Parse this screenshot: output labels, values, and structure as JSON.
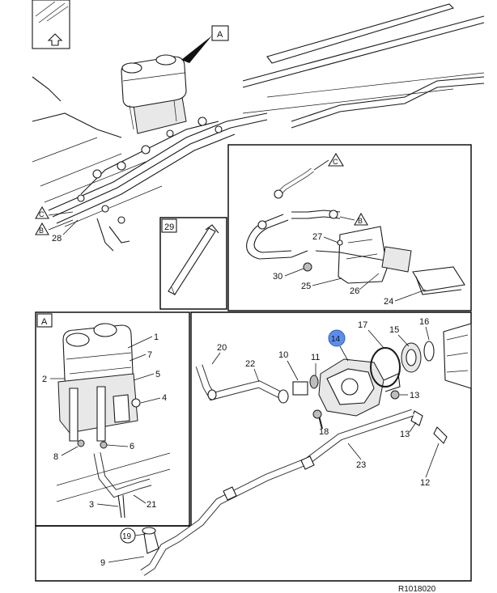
{
  "drawing_ref": "R1018020",
  "views": {
    "detail_a": "A",
    "detail_29": "29"
  },
  "callouts": {
    "c1": "1",
    "c2": "2",
    "c3": "3",
    "c4": "4",
    "c5": "5",
    "c6": "6",
    "c7": "7",
    "c8": "8",
    "c9": "9",
    "c10": "10",
    "c11": "11",
    "c12": "12",
    "c13a": "13",
    "c13b": "13",
    "c14": "14",
    "c15": "15",
    "c16": "16",
    "c17": "17",
    "c18": "18",
    "c19": "19",
    "c20": "20",
    "c21": "21",
    "c22": "22",
    "c23": "23",
    "c24": "24",
    "c25": "25",
    "c26": "26",
    "c27": "27",
    "c28": "28",
    "c30": "30"
  },
  "view_markers": {
    "a_top": "A",
    "b_left": "B",
    "c_left": "C",
    "c_box": "C",
    "b_box": "B"
  },
  "colors": {
    "highlight": "#5b8def",
    "line": "#1a1a1a"
  }
}
